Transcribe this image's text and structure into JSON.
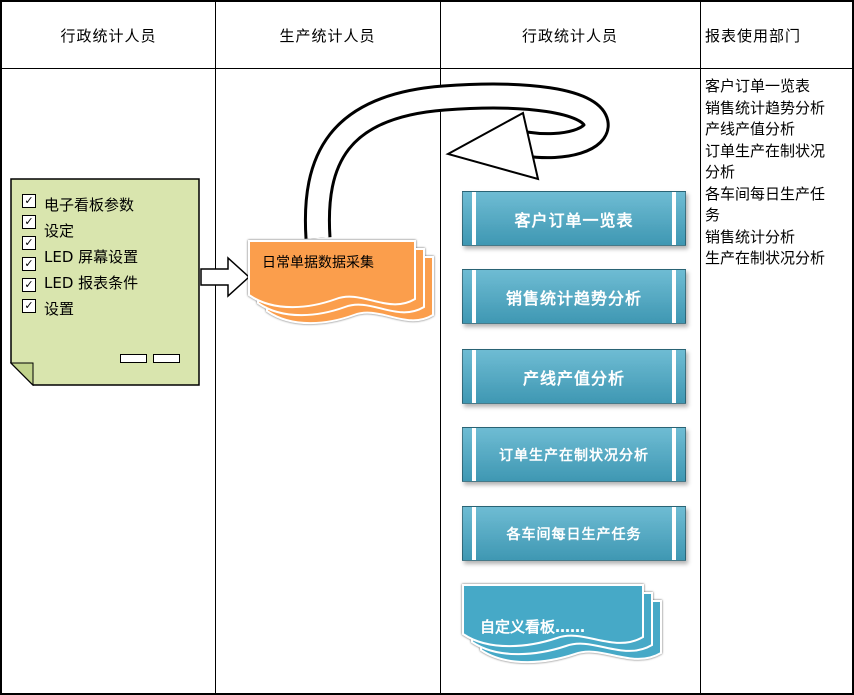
{
  "lanes": [
    {
      "title": "行政统计人员"
    },
    {
      "title": "生产统计人员"
    },
    {
      "title": "行政统计人员"
    },
    {
      "title": "报表使用部门"
    }
  ],
  "note": {
    "checkboxes": [
      "✓",
      "✓",
      "✓",
      "✓",
      "✓",
      "✓"
    ],
    "lines": [
      "电子看板参数",
      "设定",
      "LED 屏幕设置",
      "LED 报表条件",
      "设置"
    ]
  },
  "collect_doc": {
    "label": "日常单据数据采集"
  },
  "report_boxes": [
    {
      "label": "客户订单一览表"
    },
    {
      "label": "销售统计趋势分析"
    },
    {
      "label": "产线产值分析"
    },
    {
      "label": "订单生产在制状况分析"
    },
    {
      "label": "各车间每日生产任务"
    }
  ],
  "custom_doc": {
    "label": "自定义看板……"
  },
  "report_list": [
    "客户订单一览表",
    "销售统计趋势分析",
    "产线产值分析",
    "订单生产在制状况分析",
    "各车间每日生产任务",
    "销售统计分析",
    "生产在制状况分析"
  ],
  "colors": {
    "note_fill": "#d9e5ae",
    "doc_orange": "#fb9e4c",
    "box_teal": "#46a9c7",
    "border": "#000000"
  }
}
